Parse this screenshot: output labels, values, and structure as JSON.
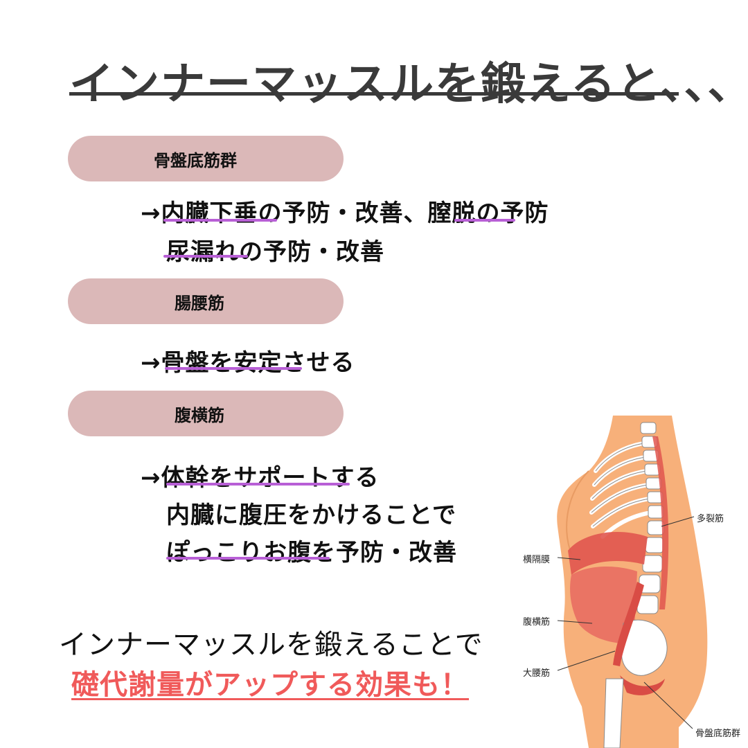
{
  "title": "インナーマッスルを鍛えると、、、",
  "sections": [
    {
      "muscle": "骨盤底筋群",
      "lines": [
        "→内臓下垂の予防・改善、膣脱の予防",
        "尿漏れの予防・改善"
      ]
    },
    {
      "muscle": "腸腰筋",
      "lines": [
        "→骨盤を安定させる"
      ]
    },
    {
      "muscle": "腹横筋",
      "lines": [
        "→体幹をサポートする",
        "内臓に腹圧をかけることで",
        "ぽっこりお腹を予防・改善"
      ]
    }
  ],
  "bottom": {
    "line1": "インナーマッスルを鍛えることで",
    "line2": "礎代謝量がアップする効果も！"
  },
  "illustration_labels": {
    "multifidus": "多裂筋",
    "diaphragm": "横隔膜",
    "transversus": "腹横筋",
    "psoas": "大腰筋",
    "pelvic_floor": "骨盤底筋群"
  },
  "colors": {
    "pill": "#dbb8b8",
    "underline": "#b85fd6",
    "accent_red": "#f05a5a",
    "skin": "#f7b07a"
  }
}
